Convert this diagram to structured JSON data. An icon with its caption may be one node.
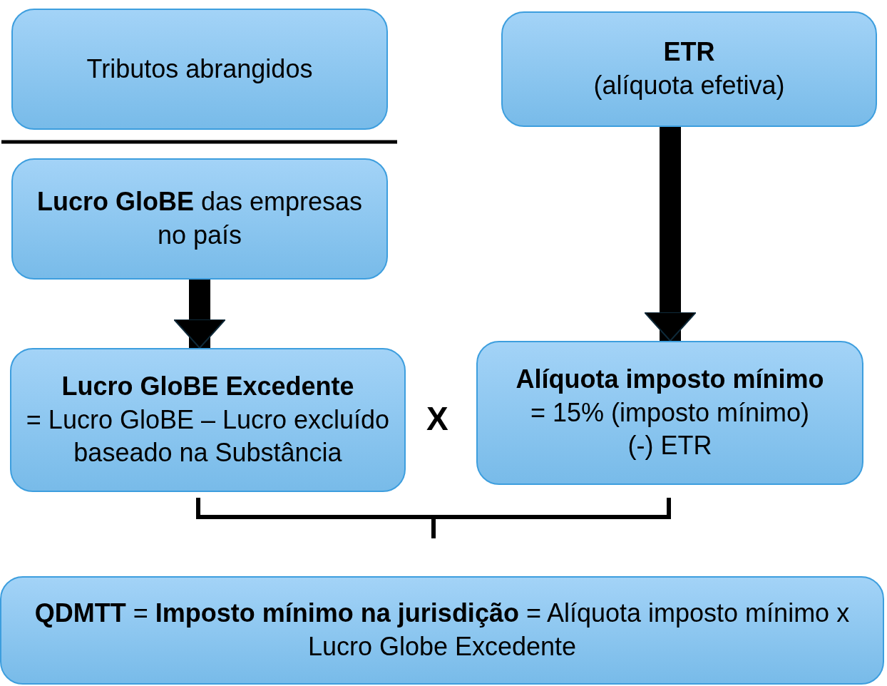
{
  "diagram": {
    "nodes": [
      {
        "text": [
          "Tributos abrangidos"
        ]
      },
      {
        "text": [
          "ETR",
          "(alíquota efetiva)"
        ]
      },
      {
        "text": [
          "**Lucro GloBE** das empresas no país"
        ]
      },
      {
        "text": [
          "Lucro GloBE Excedente",
          "= Lucro GloBE – Lucro excluído baseado na Substância"
        ]
      },
      {
        "text": [
          "Alíquota imposto mínimo",
          "= 15% (imposto mínimo)",
          "(-) ETR"
        ]
      },
      {
        "text": [
          "**QDMTT** = **Imposto mínimo na jurisdição** = Alíquota imposto mínimo x Lucro Globe Excedente"
        ]
      }
    ],
    "edges": [
      {
        "from": 2,
        "to": 3,
        "arrow": "to"
      },
      {
        "from": 1,
        "to": 4,
        "arrow": "to"
      }
    ],
    "labels": [
      "X"
    ]
  }
}
